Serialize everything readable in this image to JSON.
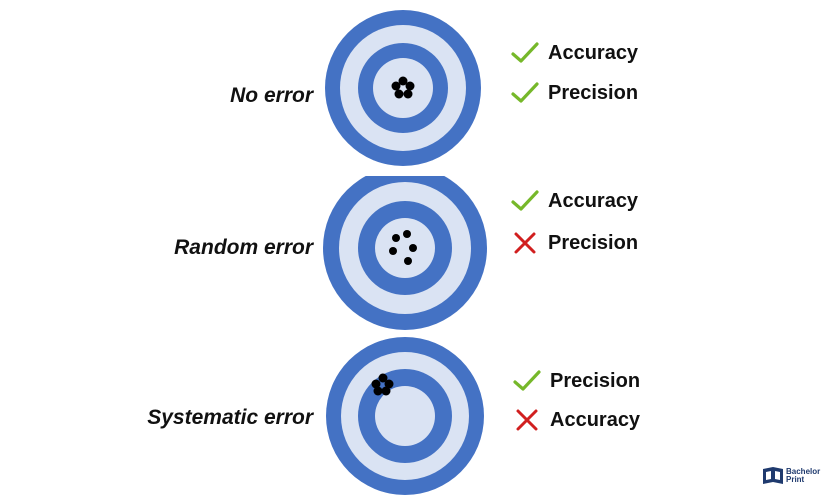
{
  "colors": {
    "ring_dark": "#4472c4",
    "ring_light": "#dae3f3",
    "hit": "#000000",
    "check": "#76b82a",
    "cross": "#d11f1f"
  },
  "rows": [
    {
      "label": "No error",
      "criteria": [
        {
          "icon": "check-icon",
          "text": "Accuracy"
        },
        {
          "icon": "check-icon",
          "text": "Precision"
        }
      ]
    },
    {
      "label": "Random error",
      "criteria": [
        {
          "icon": "check-icon",
          "text": "Accuracy"
        },
        {
          "icon": "cross-icon",
          "text": "Precision"
        }
      ]
    },
    {
      "label": "Systematic error",
      "criteria": [
        {
          "icon": "check-icon",
          "text": "Precision"
        },
        {
          "icon": "cross-icon",
          "text": "Accuracy"
        }
      ]
    }
  ],
  "logo": {
    "line1": "Bachelor",
    "line2": "Print"
  }
}
